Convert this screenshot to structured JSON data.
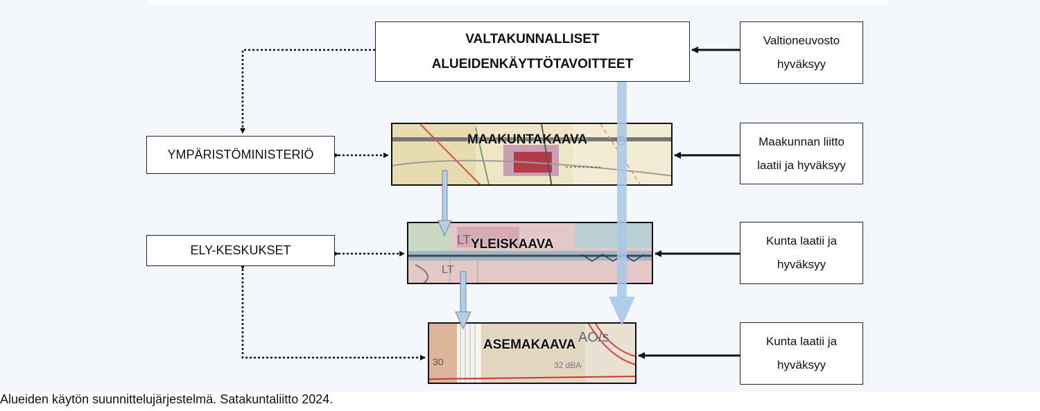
{
  "top_node": {
    "line1": "VALTAKUNNALLISET",
    "line2": "ALUEIDENKÄYTTÖTAVOITTEET"
  },
  "levels": {
    "maakunta": "MAAKUNTAKAAVA",
    "yleis": "YLEISKAAVA",
    "asema": "ASEMAKAAVA"
  },
  "authorities": {
    "valtio": [
      "Valtioneuvosto",
      "hyväksyy"
    ],
    "maakunta": [
      "Maakunnan liitto",
      "laatii ja hyväksyy"
    ],
    "yleis": [
      "Kunta laatii ja",
      "hyväksyy"
    ],
    "asema": [
      "Kunta laatii ja",
      "hyväksyy"
    ]
  },
  "side_nodes": {
    "ministry": "YMPÄRISTÖMINISTERIÖ",
    "ely": "ELY-KESKUKSET"
  },
  "caption": "Alueiden käytön suunnittelujärjestelmä. Satakuntaliitto 2024.",
  "colors": {
    "flow_arrow": "#a9c7e6",
    "solid_arrow": "#111111",
    "dotted_arrow": "#111111"
  }
}
